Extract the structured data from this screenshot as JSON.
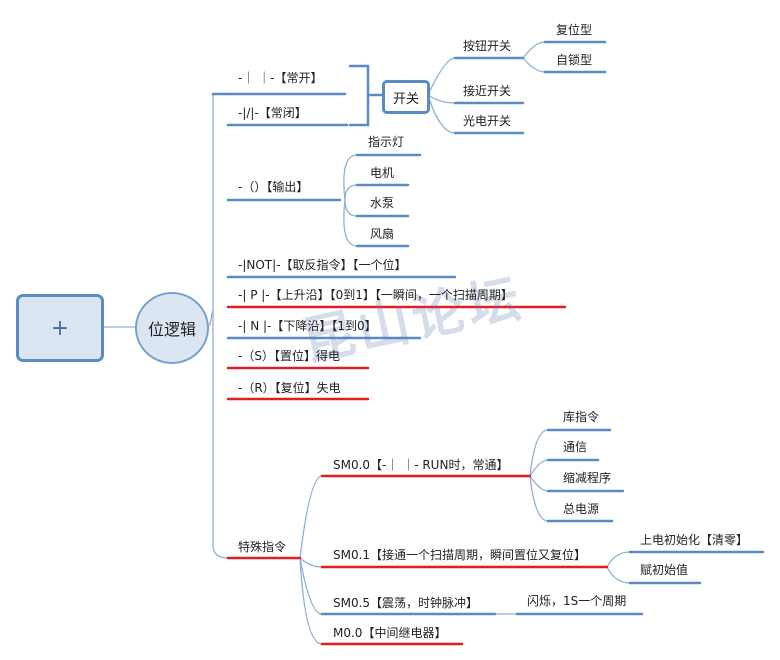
{
  "root_button": "+",
  "root": "位逻辑",
  "switch_node": "开关",
  "switch_children": [
    "按钮开关",
    "接近开关",
    "光电开关"
  ],
  "button_children": [
    "复位型",
    "自锁型"
  ],
  "branches": [
    "-｜ ｜-【常开】",
    "-|/|-【常闭】",
    "-（）【输出】",
    "-|NOT|-【取反指令】【一个位】",
    "-| P |-【上升沿】【0到1】【一瞬间，一个扫描周期】",
    "-| N |-【下降沿】【1到0】",
    "-（S）【置位】得电",
    "-（R）【复位】失电",
    "特殊指令"
  ],
  "output_children": [
    "指示灯",
    "电机",
    "水泵",
    "风扇"
  ],
  "special": [
    "SM0.0【-｜ ｜- RUN时，常通】",
    "SM0.1【接通一个扫描周期，瞬间置位又复位】",
    "SM0.5【震荡，时钟脉冲】",
    "M0.0【中间继电器】"
  ],
  "sm00_children": [
    "库指令",
    "通信",
    "缩减程序",
    "总电源"
  ],
  "sm01_children": [
    "上电初始化【清零】",
    "赋初始值"
  ],
  "sm05_child": "闪烁，1S一个周期",
  "watermark": "昆山论坛",
  "colors": {
    "blue": "#5b8bc5",
    "red": "#e02020",
    "fill": "#dce6f2"
  }
}
